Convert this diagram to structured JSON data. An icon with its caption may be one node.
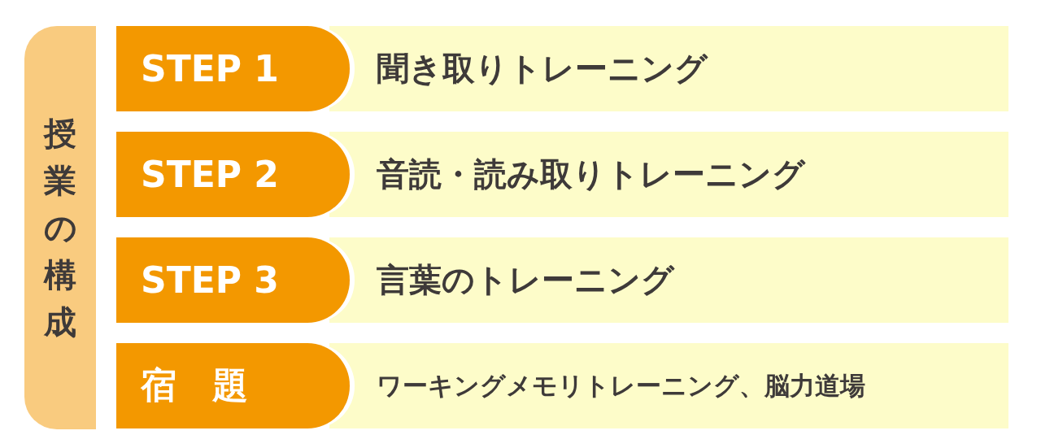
{
  "diagram": {
    "nodes": [
      {
        "text": [
          "授業の構成"
        ]
      },
      {
        "text": [
          "STEP 1"
        ]
      },
      {
        "text": [
          "聞き取りトレーニング"
        ]
      },
      {
        "text": [
          "STEP 2"
        ]
      },
      {
        "text": [
          "音読・読み取りトレーニング"
        ]
      },
      {
        "text": [
          "STEP 3"
        ]
      },
      {
        "text": [
          "言葉のトレーニング"
        ]
      },
      {
        "text": [
          "宿　題"
        ]
      },
      {
        "text": [
          "ワーキングメモリトレーニング、脳力道場"
        ]
      }
    ],
    "edges": []
  }
}
